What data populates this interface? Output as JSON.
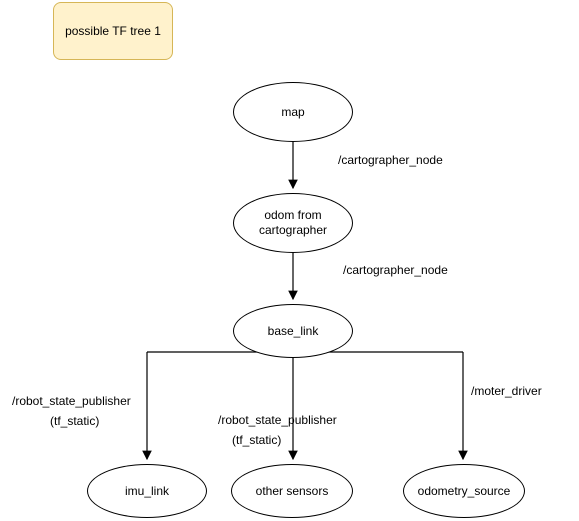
{
  "title": "possible TF tree 1",
  "colors": {
    "title_fill": "#fff2cc",
    "title_border": "#d6b656",
    "node_border": "#000000",
    "edge": "#000000"
  },
  "nodes": {
    "map": "map",
    "odom": "odom from\ncartographer",
    "base_link": "base_link",
    "imu_link": "imu_link",
    "other_sensors": "other sensors",
    "odometry_source": "odometry_source"
  },
  "edge_labels": {
    "map_to_odom": "/cartographer_node",
    "odom_to_base": "/cartographer_node",
    "to_imu_publisher": "/robot_state_publisher",
    "to_imu_static": "(tf_static)",
    "to_sensors_publisher": "/robot_state_publisher",
    "to_sensors_static": "(tf_static)",
    "to_odometry": "/moter_driver"
  }
}
